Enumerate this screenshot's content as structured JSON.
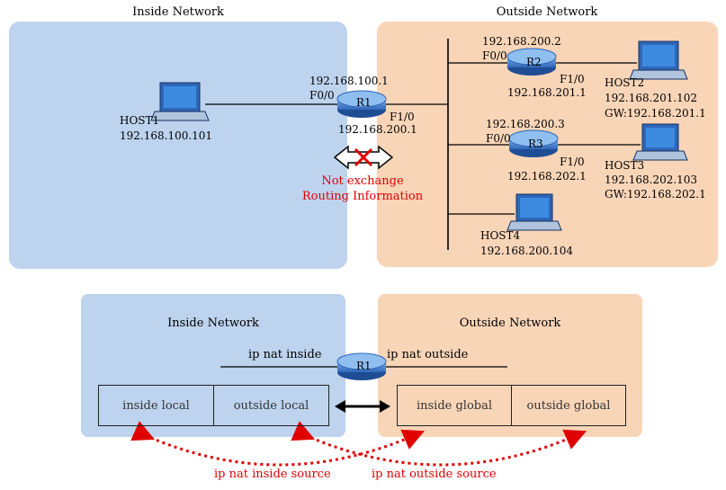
{
  "top": {
    "inside_title": "Inside Network",
    "outside_title": "Outside Network",
    "host1": {
      "name": "HOST1",
      "ip": "192.168.100.101"
    },
    "r1": {
      "label": "R1",
      "ip_in": "192.168.100.1",
      "if_in": "F0/0",
      "if_out": "F1/0",
      "ip_out": "192.168.200.1"
    },
    "r2": {
      "label": "R2",
      "ip_in": "192.168.200.2",
      "if_in": "F0/0",
      "if_out": "F1/0",
      "ip_out": "192.168.201.1"
    },
    "r3": {
      "label": "R3",
      "ip_in": "192.168.200.3",
      "if_in": "F0/0",
      "if_out": "F1/0",
      "ip_out": "192.168.202.1"
    },
    "host2": {
      "name": "HOST2",
      "ip": "192.168.201.102",
      "gw": "GW:192.168.201.1"
    },
    "host3": {
      "name": "HOST3",
      "ip": "192.168.202.103",
      "gw": "GW:192.168.202.1"
    },
    "host4": {
      "name": "HOST4",
      "ip": "192.168.200.104"
    },
    "not_exchange_1": "Not exchange",
    "not_exchange_2": "Routing Information"
  },
  "bottom": {
    "inside_title": "Inside Network",
    "outside_title": "Outside Network",
    "nat_inside": "ip nat inside",
    "nat_outside": "ip nat outside",
    "router_label": "R1",
    "cells": [
      "inside local",
      "outside local",
      "inside global",
      "outside global"
    ],
    "src_inside": "ip nat inside source",
    "src_outside": "ip nat outside source"
  },
  "colors": {
    "inside_bg": "#bdd3ee",
    "outside_bg": "#f9d5b8",
    "router": "#3f7ed0",
    "red": "#e00000"
  }
}
